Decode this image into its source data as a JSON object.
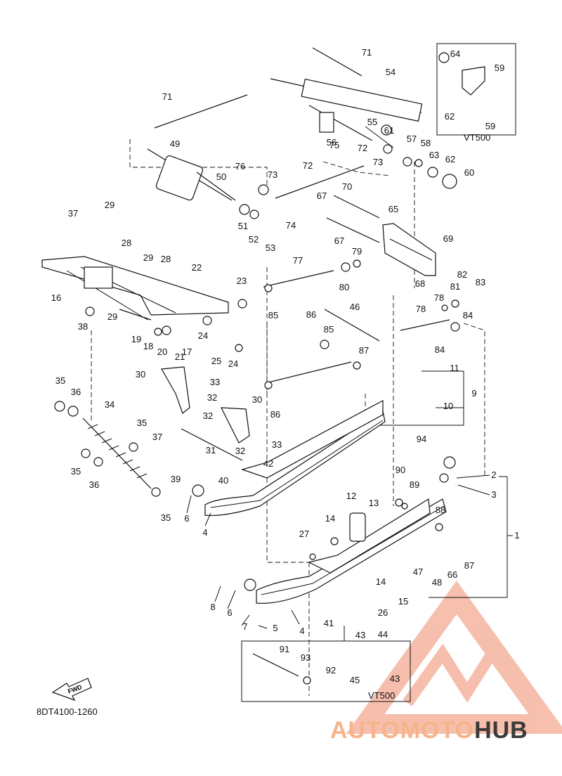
{
  "labels": [
    "1",
    "2",
    "3",
    "4",
    "4",
    "5",
    "6",
    "6",
    "7",
    "8",
    "9",
    "10",
    "11",
    "12",
    "13",
    "14",
    "14",
    "15",
    "16",
    "17",
    "18",
    "19",
    "20",
    "21",
    "22",
    "23",
    "24",
    "24",
    "25",
    "26",
    "27",
    "28",
    "28",
    "29",
    "29",
    "29",
    "30",
    "30",
    "31",
    "32",
    "32",
    "32",
    "33",
    "33",
    "34",
    "35",
    "35",
    "35",
    "35",
    "36",
    "36",
    "37",
    "37",
    "38",
    "39",
    "40",
    "41",
    "42",
    "43",
    "43",
    "44",
    "45",
    "46",
    "47",
    "48",
    "49",
    "50",
    "51",
    "52",
    "53",
    "54",
    "55",
    "56",
    "57",
    "58",
    "59",
    "59",
    "60",
    "61",
    "62",
    "62",
    "63",
    "64",
    "65",
    "66",
    "67",
    "67",
    "68",
    "69",
    "70",
    "71",
    "71",
    "72",
    "72",
    "73",
    "73",
    "74",
    "75",
    "76",
    "77",
    "78",
    "78",
    "79",
    "80",
    "81",
    "82",
    "83",
    "84",
    "84",
    "85",
    "85",
    "86",
    "86",
    "87",
    "87",
    "88",
    "89",
    "90",
    "91",
    "92",
    "93",
    "94"
  ],
  "variant_labels": [
    "VT500",
    "VT500"
  ],
  "fwd_label": "FWD",
  "drawing_code": "8DT4100-1260",
  "watermark": {
    "part1": "AUTOMOTO",
    "part2": "HUB"
  },
  "colors": {
    "watermark_accent": "#f08a6a",
    "watermark_dark": "#3a3a3a"
  }
}
